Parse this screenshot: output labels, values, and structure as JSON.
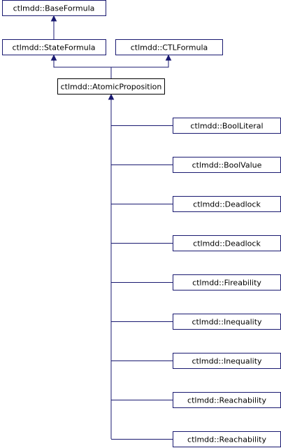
{
  "diagram": {
    "base": {
      "label": "ctlmdd::BaseFormula"
    },
    "state": {
      "label": "ctlmdd::StateFormula"
    },
    "ctl": {
      "label": "ctlmdd::CTLFormula"
    },
    "atomic": {
      "label": "ctlmdd::AtomicProposition"
    },
    "children": [
      {
        "label": "ctlmdd::BoolLiteral"
      },
      {
        "label": "ctlmdd::BoolValue"
      },
      {
        "label": "ctlmdd::Deadlock"
      },
      {
        "label": "ctlmdd::Deadlock"
      },
      {
        "label": "ctlmdd::Fireability"
      },
      {
        "label": "ctlmdd::Inequality"
      },
      {
        "label": "ctlmdd::Inequality"
      },
      {
        "label": "ctlmdd::Reachability"
      },
      {
        "label": "ctlmdd::Reachability"
      }
    ]
  },
  "colors": {
    "edge": "#191970",
    "border": "#191970",
    "focus_border": "#000000",
    "background": "#ffffff"
  }
}
